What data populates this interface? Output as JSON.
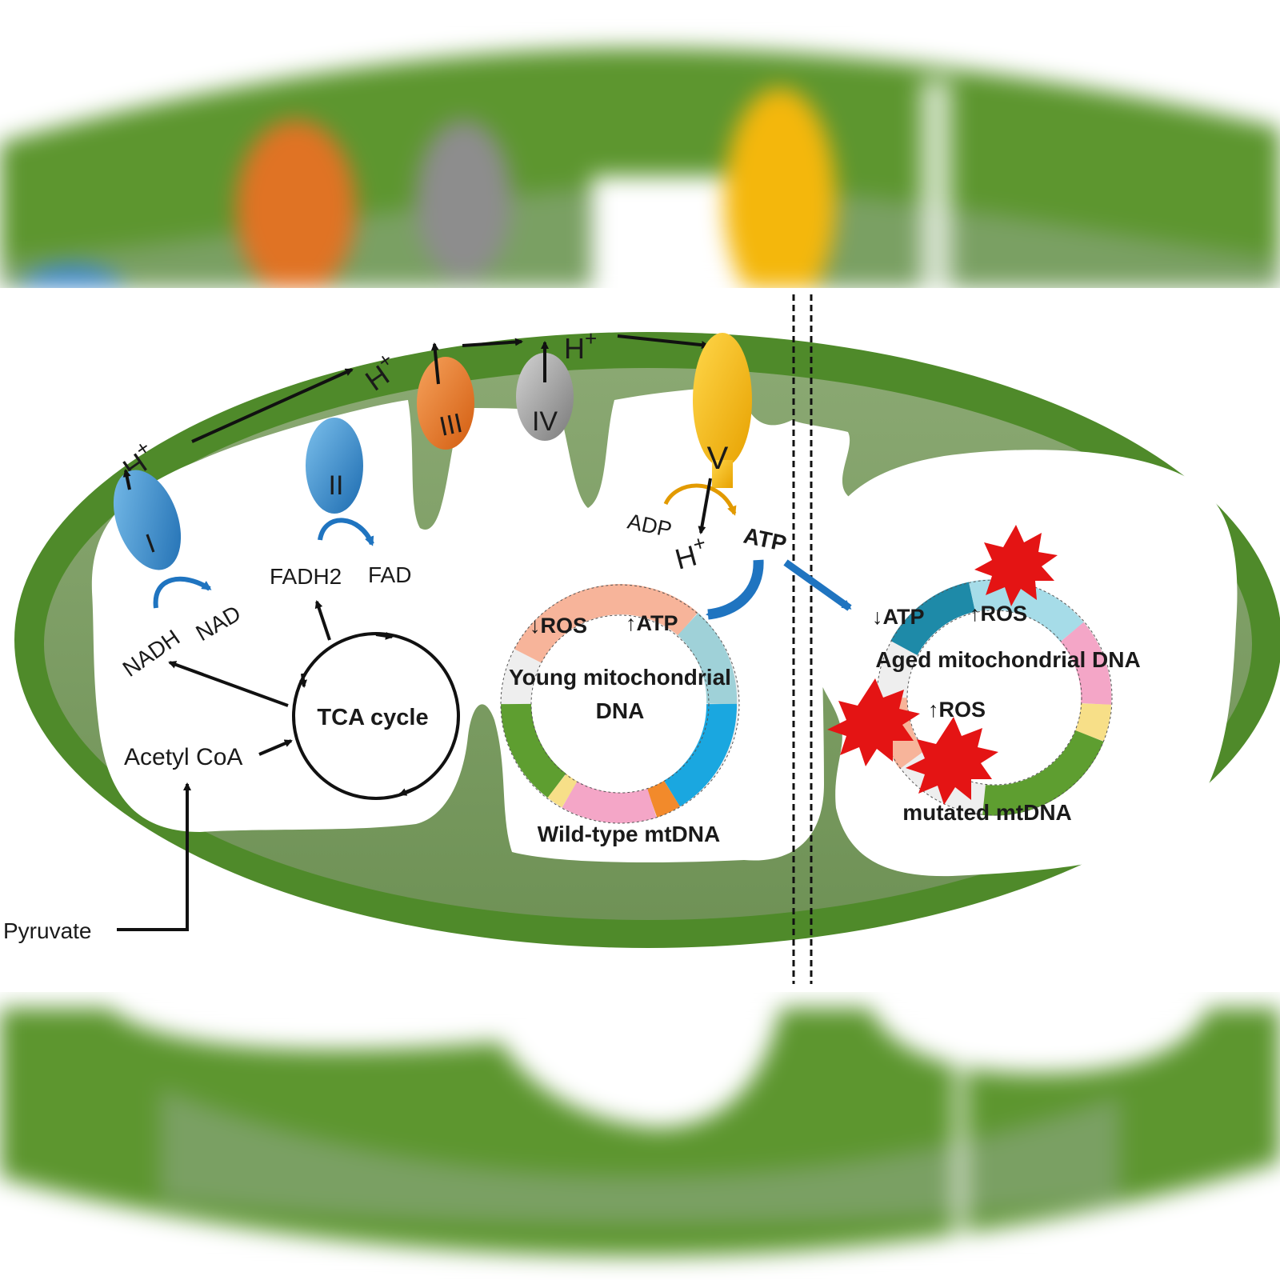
{
  "complexes": {
    "c1": "I",
    "c2": "II",
    "c3": "III",
    "c4": "IV",
    "c5": "V"
  },
  "proton": {
    "symbol": "H",
    "charge": "+"
  },
  "labels": {
    "nadh": "NADH",
    "nad": "NAD",
    "fadh2": "FADH2",
    "fad": "FAD",
    "adp": "ADP",
    "atp": "ATP",
    "tca": "TCA cycle",
    "acetyl": "Acetyl CoA",
    "pyruvate": "Pyruvate"
  },
  "young": {
    "ros": "↓ROS",
    "atp": "↑ATP",
    "title_line1": "Young mitochondrial",
    "title_line2": "DNA",
    "caption": "Wild-type mtDNA"
  },
  "aged": {
    "atp": "↓ATP",
    "ros1": "↑ROS",
    "title": "Aged mitochondrial DNA",
    "ros2": "↑ROS",
    "caption": "mutated mtDNA"
  },
  "colors": {
    "membrane": "#4f8a2a",
    "matrix": "#7d9e63",
    "complex_blue": "#2f7fc1",
    "complex_orange": "#e8782a",
    "complex_gray": "#9a9a9a",
    "complex_yellow": "#f2b400",
    "arrow_blue": "#1f74c0",
    "mutation_red": "#e41414"
  }
}
